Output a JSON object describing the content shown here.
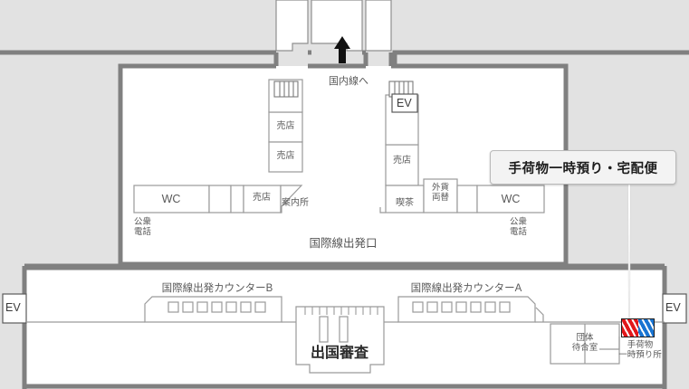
{
  "map": {
    "title": "airport-terminal-floor-map",
    "colors": {
      "outside_fill": "#e2e2e2",
      "indoor_fill": "#ffffff",
      "outer_wall": "#808080",
      "thin_wall": "#9a9a9a",
      "label_text": "#5a5a5a",
      "callout_bg": "#f3f3f3",
      "callout_border": "#b9b9b9",
      "highlight_red": "#e2181b",
      "highlight_blue": "#1874d2"
    }
  },
  "callout": {
    "text": "手荷物一時預り・宅配便"
  },
  "highlight": {
    "name": "baggage-storage-highlight",
    "stripe_left_color": "#e2181b",
    "stripe_right_color": "#1874d2"
  },
  "directions": {
    "domestic": "国内線へ",
    "arrow": "up-arrow"
  },
  "areas": {
    "international_departures_hall": "国際線出発口",
    "immigration": "出国審査",
    "counter_b": "国際線出発カウンターB",
    "counter_a": "国際線出発カウンターA",
    "group_waiting_room": "団体\n待合室",
    "baggage_storage": "手荷物\n一時預り所"
  },
  "rooms": [
    {
      "name": "shop-1",
      "label": "売店"
    },
    {
      "name": "shop-2",
      "label": "売店"
    },
    {
      "name": "shop-3",
      "label": "売店"
    },
    {
      "name": "shop-4",
      "label": "売店"
    },
    {
      "name": "wc-left",
      "label": "WC"
    },
    {
      "name": "wc-right",
      "label": "WC"
    },
    {
      "name": "cafe",
      "label": "喫茶"
    },
    {
      "name": "currency-exchange",
      "label": "外貨\n両替"
    },
    {
      "name": "information",
      "label": "案内所"
    }
  ],
  "amenities": {
    "public_phone_left": "公衆\n電話",
    "public_phone_right": "公衆\n電話"
  },
  "elevators": [
    {
      "name": "ev-top-right",
      "label": "EV"
    },
    {
      "name": "ev-left-edge",
      "label": "EV"
    },
    {
      "name": "ev-right-edge",
      "label": "EV"
    }
  ],
  "counters": {
    "b_stations": 7,
    "a_stations": 7
  }
}
